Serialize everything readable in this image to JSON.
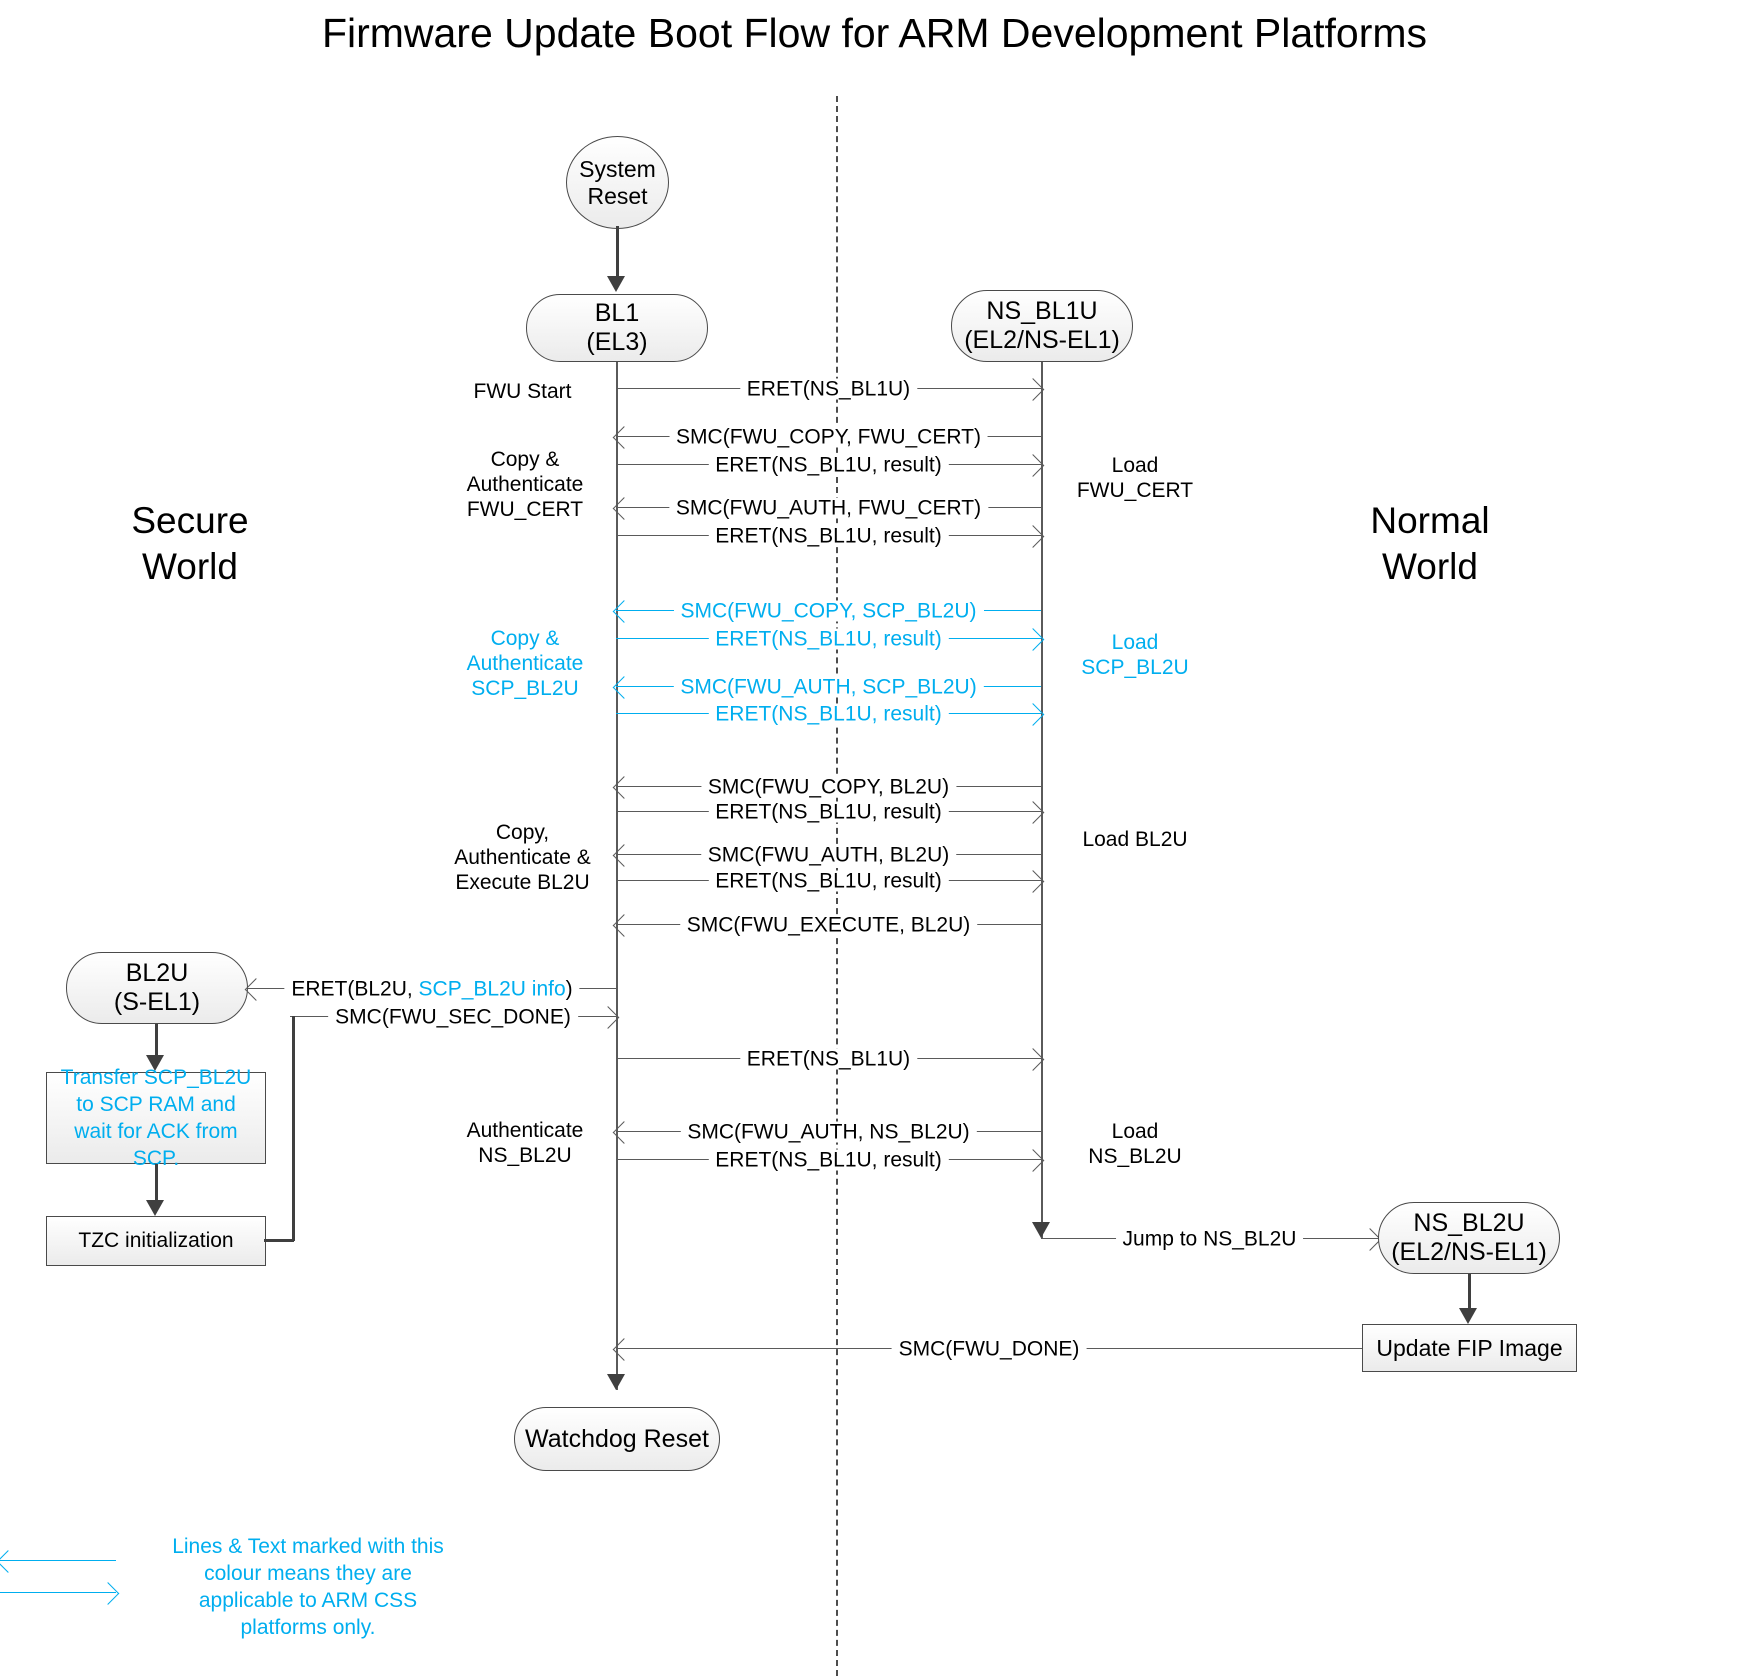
{
  "title": "Firmware Update Boot Flow for ARM Development Platforms",
  "colors": {
    "css_accent": "#00aeef",
    "line": "#5a5a5a",
    "text": "#000000",
    "node_fill": "#f0f0f0"
  },
  "worlds": {
    "secure": "Secure\nWorld",
    "normal": "Normal\nWorld"
  },
  "nodes": {
    "system_reset": {
      "l1": "System",
      "l2": "Reset"
    },
    "bl1": {
      "l1": "BL1",
      "l2": "(EL3)"
    },
    "ns_bl1u": {
      "l1": "NS_BL1U",
      "l2": "(EL2/NS-EL1)"
    },
    "bl2u": {
      "l1": "BL2U",
      "l2": "(S-EL1)"
    },
    "ns_bl2u": {
      "l1": "NS_BL2U",
      "l2": "(EL2/NS-EL1)"
    },
    "watchdog": {
      "l1": "Watchdog Reset",
      "l2": ""
    },
    "transfer_scp": {
      "l1": "Transfer SCP_BL2U to SCP RAM and wait for ACK from SCP.",
      "l2": ""
    },
    "tzc": {
      "l1": "TZC initialization",
      "l2": ""
    },
    "update_fip": {
      "l1": "Update FIP Image",
      "l2": ""
    }
  },
  "messages": [
    {
      "id": "m1",
      "text": "ERET(NS_BL1U)",
      "dir": "right",
      "css": false
    },
    {
      "id": "m2",
      "text": "SMC(FWU_COPY, FWU_CERT)",
      "dir": "left",
      "css": false
    },
    {
      "id": "m3",
      "text": "ERET(NS_BL1U, result)",
      "dir": "right",
      "css": false
    },
    {
      "id": "m4",
      "text": "SMC(FWU_AUTH, FWU_CERT)",
      "dir": "left",
      "css": false
    },
    {
      "id": "m5",
      "text": "ERET(NS_BL1U, result)",
      "dir": "right",
      "css": false
    },
    {
      "id": "m6",
      "text": "SMC(FWU_COPY, SCP_BL2U)",
      "dir": "left",
      "css": true
    },
    {
      "id": "m7",
      "text": "ERET(NS_BL1U, result)",
      "dir": "right",
      "css": true
    },
    {
      "id": "m8",
      "text": "SMC(FWU_AUTH, SCP_BL2U)",
      "dir": "left",
      "css": true
    },
    {
      "id": "m9",
      "text": "ERET(NS_BL1U, result)",
      "dir": "right",
      "css": true
    },
    {
      "id": "m10",
      "text": "SMC(FWU_COPY, BL2U)",
      "dir": "left",
      "css": false
    },
    {
      "id": "m11",
      "text": "ERET(NS_BL1U, result)",
      "dir": "right",
      "css": false
    },
    {
      "id": "m12",
      "text": "SMC(FWU_AUTH, BL2U)",
      "dir": "left",
      "css": false
    },
    {
      "id": "m13",
      "text": "ERET(NS_BL1U, result)",
      "dir": "right",
      "css": false
    },
    {
      "id": "m14",
      "text": "SMC(FWU_EXECUTE, BL2U)",
      "dir": "left",
      "css": false
    },
    {
      "id": "m15",
      "text": "ERET(NS_BL1U)",
      "dir": "right",
      "css": false
    },
    {
      "id": "m16",
      "text": "SMC(FWU_AUTH, NS_BL2U)",
      "dir": "left",
      "css": false
    },
    {
      "id": "m17",
      "text": "ERET(NS_BL1U, result)",
      "dir": "right",
      "css": false
    }
  ],
  "special_messages": {
    "eret_bl2u_prefix": "ERET(BL2U, ",
    "eret_bl2u_css": "SCP_BL2U info",
    "eret_bl2u_suffix": ")",
    "smc_fwu_sec_done": "SMC(FWU_SEC_DONE)",
    "jump_to_ns_bl2u": "Jump to NS_BL2U",
    "smc_fwu_done": "SMC(FWU_DONE)"
  },
  "left_labels": [
    {
      "id": "L1",
      "text": "FWU Start",
      "css": false
    },
    {
      "id": "L2",
      "text": "Copy &\nAuthenticate\nFWU_CERT",
      "css": false
    },
    {
      "id": "L3",
      "text": "Copy &\nAuthenticate\nSCP_BL2U",
      "css": true
    },
    {
      "id": "L4",
      "text": "Copy,\nAuthenticate &\nExecute BL2U",
      "css": false
    },
    {
      "id": "L5",
      "text": "Authenticate\nNS_BL2U",
      "css": false
    }
  ],
  "right_labels": [
    {
      "id": "R1",
      "text": "Load\nFWU_CERT",
      "css": false
    },
    {
      "id": "R2",
      "text": "Load\nSCP_BL2U",
      "css": true
    },
    {
      "id": "R3",
      "text": "Load BL2U",
      "css": false
    },
    {
      "id": "R4",
      "text": "Load\nNS_BL2U",
      "css": false
    }
  ],
  "legend": {
    "text": "Lines & Text marked with this colour means they are applicable to ARM CSS platforms only."
  }
}
